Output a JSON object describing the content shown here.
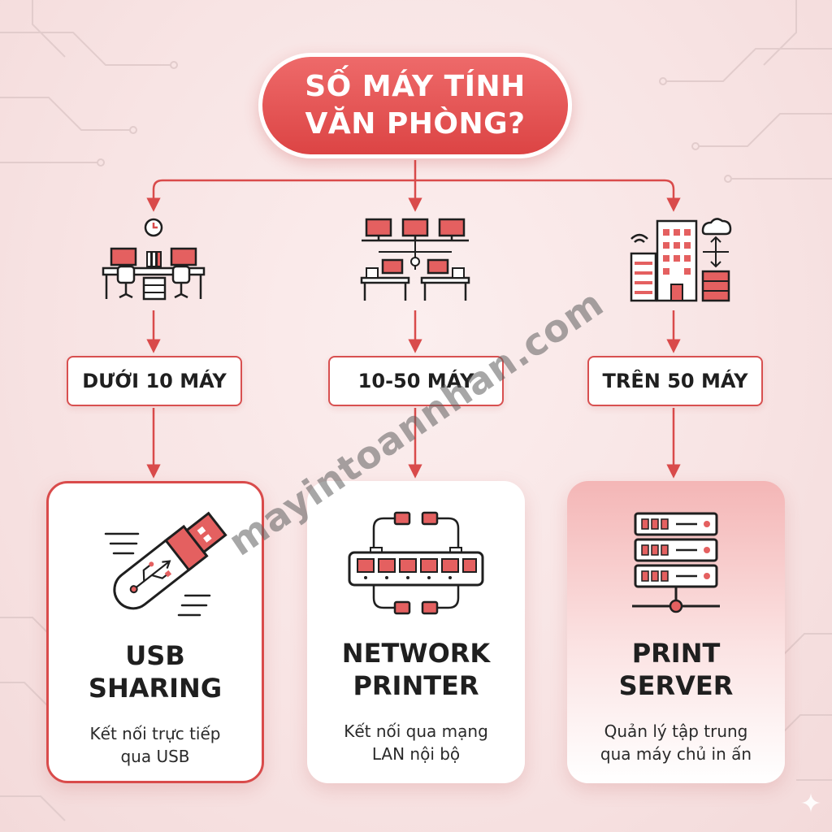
{
  "root": {
    "line1": "SỐ MÁY TÍNH",
    "line2": "VĂN PHÒNG?"
  },
  "branches": [
    {
      "label": "DƯỚI 10 MÁY",
      "illustration": "small-office-icon",
      "icon": "usb-icon",
      "title": [
        "USB",
        "SHARING"
      ],
      "desc": [
        "Kết nối trực tiếp",
        "qua USB"
      ]
    },
    {
      "label": "10-50 MÁY",
      "illustration": "medium-office-network-icon",
      "icon": "network-switch-icon",
      "title": [
        "NETWORK",
        "PRINTER"
      ],
      "desc": [
        "Kết nối qua mạng",
        "LAN nội bộ"
      ]
    },
    {
      "label": "TRÊN 50 MÁY",
      "illustration": "enterprise-building-icon",
      "icon": "server-rack-icon",
      "title": [
        "PRINT",
        "SERVER"
      ],
      "desc": [
        "Quản lý tập trung",
        "qua máy chủ in ấn"
      ]
    }
  ],
  "watermark": "mayintoannhan.com",
  "colors": {
    "accent": "#d94b4b",
    "accent_light": "#f4b6b6",
    "text": "#1f1f1f",
    "background": "#f8e4e4"
  }
}
